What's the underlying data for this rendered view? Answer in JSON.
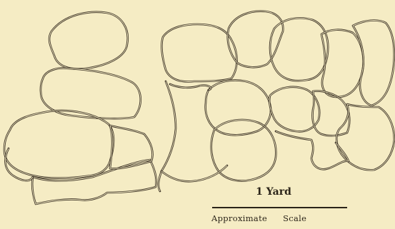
{
  "figure": {
    "scale": {
      "length_label": "1 Yard",
      "caption_words": [
        "Approximate",
        "Scale"
      ]
    }
  },
  "colors": {
    "paper": "#f5ecc4",
    "ink": "#3b3124"
  }
}
